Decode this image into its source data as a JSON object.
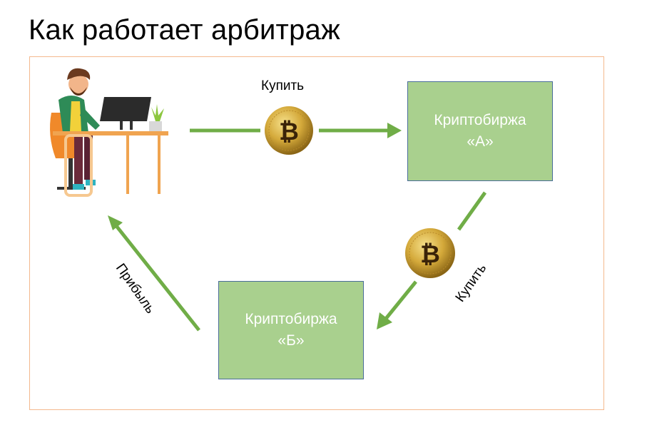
{
  "title": "Как работает арбитраж",
  "nodes": {
    "trader": {
      "icon": "trader-at-desk-illustration"
    },
    "exchange_a": {
      "line1": "Криптобиржа",
      "line2": "«А»"
    },
    "exchange_b": {
      "line1": "Криптобиржа",
      "line2": "«Б»"
    }
  },
  "edges": [
    {
      "from": "trader",
      "to": "exchange_a",
      "label": "Купить",
      "icon": "bitcoin-coin"
    },
    {
      "from": "exchange_a",
      "to": "exchange_b",
      "label": "Купить",
      "icon": "bitcoin-coin"
    },
    {
      "from": "exchange_b",
      "to": "trader",
      "label": "Прибыль"
    }
  ],
  "colors": {
    "arrow": "#70ad47",
    "box_fill": "#a9d08e",
    "box_border": "#4a6d9a",
    "frame": "#f4b98e",
    "coin": "#d4a93a"
  }
}
